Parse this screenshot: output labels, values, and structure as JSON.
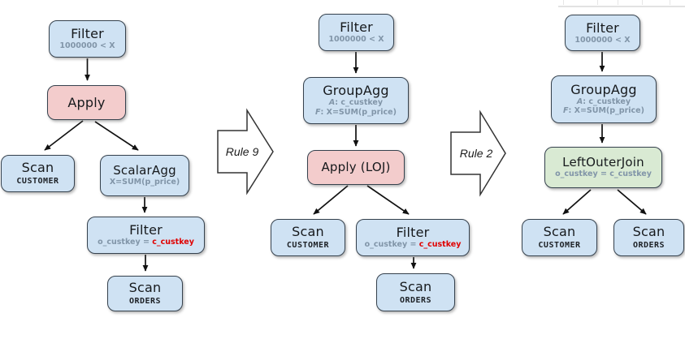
{
  "colors": {
    "node_blue": "#cfe2f3",
    "node_pink": "#f3cccc",
    "node_green": "#d9ead3",
    "node_border": "#36424e",
    "sub_text_gray": "#8195a8",
    "highlight_red": "#e00000",
    "arrow_black": "#111111"
  },
  "rules": {
    "rule9": "Rule 9",
    "rule2": "Rule 2"
  },
  "tree_left": {
    "filter_top": {
      "label": "Filter",
      "sub": "1000000 < X"
    },
    "apply": {
      "label": "Apply"
    },
    "scan_customer": {
      "label": "Scan",
      "table": "CUSTOMER"
    },
    "scalar_agg": {
      "label": "ScalarAgg",
      "sub": "X=SUM(p_price)"
    },
    "filter_join": {
      "label": "Filter",
      "sub_prefix": "o_custkey = ",
      "sub_highlight": "c_custkey"
    },
    "scan_orders": {
      "label": "Scan",
      "table": "ORDERS"
    }
  },
  "tree_middle": {
    "filter_top": {
      "label": "Filter",
      "sub": "1000000 < X"
    },
    "group_agg": {
      "label": "GroupAgg",
      "agg_label": "A",
      "agg_value": ": c_custkey",
      "func_label": "F",
      "func_value": ": X=SUM(p_price)"
    },
    "apply_loj": {
      "label": "Apply (LOJ)"
    },
    "scan_customer": {
      "label": "Scan",
      "table": "CUSTOMER"
    },
    "filter_join": {
      "label": "Filter",
      "sub_prefix": "o_custkey = ",
      "sub_highlight": "c_custkey"
    },
    "scan_orders": {
      "label": "Scan",
      "table": "ORDERS"
    }
  },
  "tree_right": {
    "filter_top": {
      "label": "Filter",
      "sub": "1000000 < X"
    },
    "group_agg": {
      "label": "GroupAgg",
      "agg_label": "A",
      "agg_value": ": c_custkey",
      "func_label": "F",
      "func_value": ": X=SUM(p_price)"
    },
    "left_outer_join": {
      "label": "LeftOuterJoin",
      "sub": "o_custkey = c_custkey"
    },
    "scan_customer": {
      "label": "Scan",
      "table": "CUSTOMER"
    },
    "scan_orders": {
      "label": "Scan",
      "table": "ORDERS"
    }
  }
}
